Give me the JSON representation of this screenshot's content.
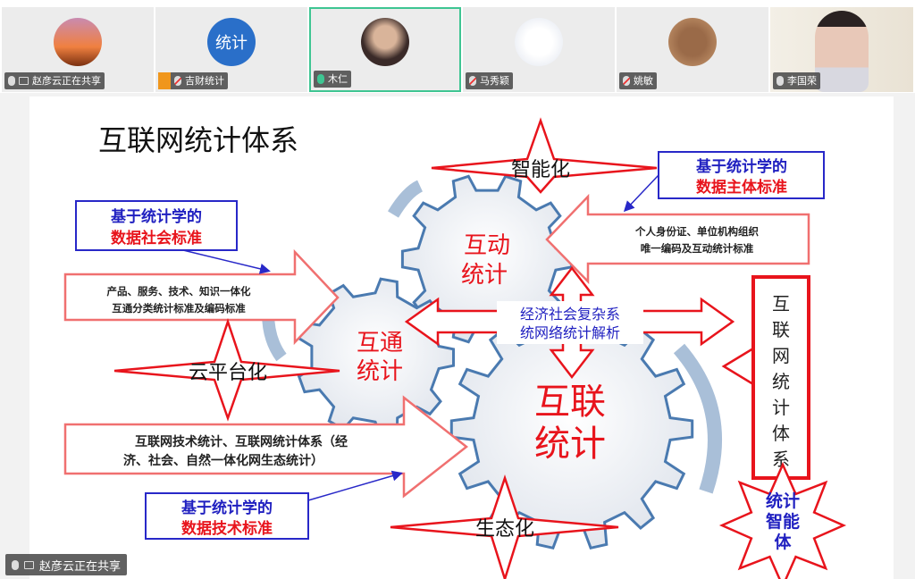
{
  "participants": [
    {
      "name": "赵彦云正在共享",
      "mic": "on",
      "sharing": true
    },
    {
      "name": "吉财统计",
      "mic": "off",
      "host": true,
      "avatar_text": "统计"
    },
    {
      "name": "木仁",
      "mic": "speaking",
      "active": true
    },
    {
      "name": "马秀颖",
      "mic": "off"
    },
    {
      "name": "姚敏",
      "mic": "off"
    },
    {
      "name": "李国荣",
      "mic": "on",
      "video": true
    }
  ],
  "share_badge": "赵彦云正在共享",
  "slide": {
    "title": "互联网统计体系",
    "star_top": "智能化",
    "star_left": "云平台化",
    "star_bottom": "生态化",
    "star_agent": [
      "统计",
      "智能",
      "体"
    ],
    "box_social": [
      "基于统计学的",
      "数据社会标准"
    ],
    "box_subject": [
      "基于统计学的",
      "数据主体标准"
    ],
    "box_tech": [
      "基于统计学的",
      "数据技术标准"
    ],
    "arrow_left_top": [
      "产品、服务、技术、知识一体化",
      "互通分类统计标准及编码标准"
    ],
    "arrow_right": [
      "个人身份证、单位机构组织",
      "唯一编码及互动统计标准"
    ],
    "arrow_left_bottom": [
      "互联网技术统计、互联网统计体系（经",
      "济、社会、自然一体化网生态统计）"
    ],
    "gear_interact": [
      "互动",
      "统计"
    ],
    "gear_connect": [
      "互通",
      "统计"
    ],
    "gear_internet": [
      "互联",
      "统计"
    ],
    "center_box": [
      "经济社会复杂系",
      "统网络统计解析"
    ],
    "vertical_box": [
      "互",
      "联",
      "网",
      "统",
      "计",
      "体",
      "系"
    ]
  },
  "colors": {
    "red": "#e8141c",
    "blue": "#1f1fc0",
    "gear": "#4a7ab0",
    "active": "#3ec592"
  }
}
